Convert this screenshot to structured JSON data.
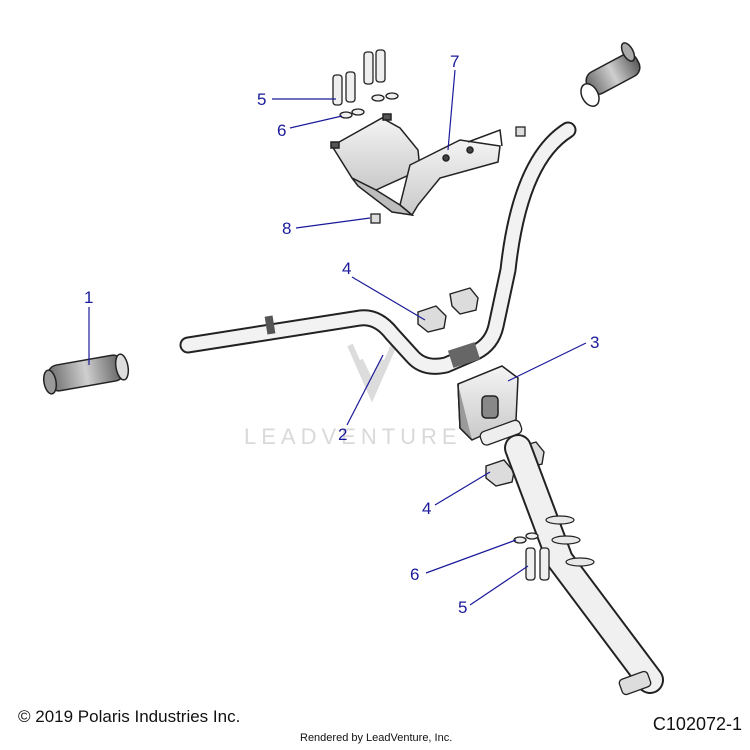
{
  "callouts": [
    {
      "id": "c1",
      "label": "1"
    },
    {
      "id": "c2",
      "label": "2"
    },
    {
      "id": "c3",
      "label": "3"
    },
    {
      "id": "c4a",
      "label": "4"
    },
    {
      "id": "c4b",
      "label": "4"
    },
    {
      "id": "c5a",
      "label": "5"
    },
    {
      "id": "c5b",
      "label": "5"
    },
    {
      "id": "c6a",
      "label": "6"
    },
    {
      "id": "c6b",
      "label": "6"
    },
    {
      "id": "c7",
      "label": "7"
    },
    {
      "id": "c8",
      "label": "8"
    }
  ],
  "footer": {
    "copyright": "© 2019 Polaris Industries Inc.",
    "rendered_by": "Rendered by LeadVenture, Inc.",
    "figure_id": "C102072-1"
  },
  "watermark": {
    "text": "LEADVENTURE"
  },
  "colors": {
    "callout": "#1a1a9a",
    "line_art": "#222222",
    "watermark": "#d9d9d9"
  }
}
